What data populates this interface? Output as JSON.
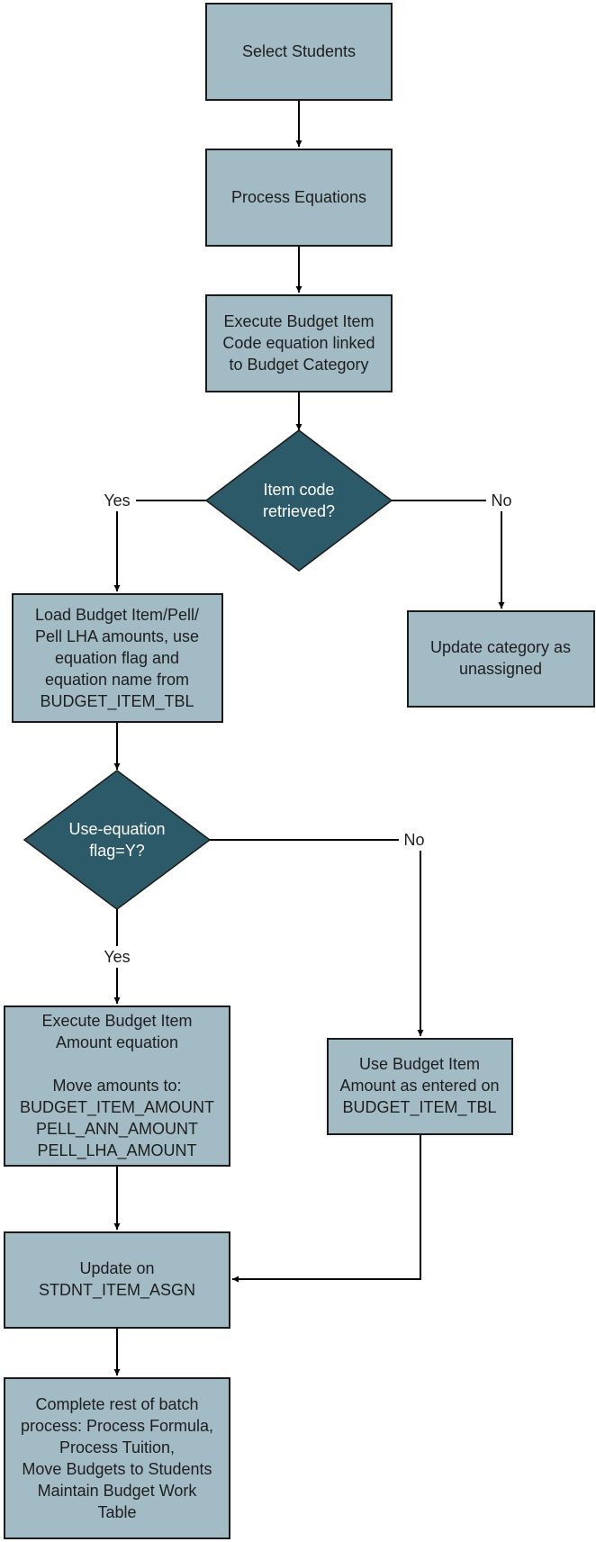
{
  "nodes": {
    "select_students": [
      "Select Students"
    ],
    "process_equations": [
      "Process Equations"
    ],
    "execute_code_equation": [
      "Execute Budget Item",
      "Code equation linked",
      "to Budget Category"
    ],
    "item_code_retrieved": [
      "Item code",
      "retrieved?"
    ],
    "update_category_unassigned": [
      "Update category as",
      "unassigned"
    ],
    "load_amounts": [
      "Load Budget Item/Pell/",
      "Pell LHA amounts, use",
      "equation flag and",
      "equation name from",
      "BUDGET_ITEM_TBL"
    ],
    "use_equation_flag": [
      "Use-equation",
      "flag=Y?"
    ],
    "execute_amount_equation": [
      "Execute Budget Item",
      "Amount equation",
      "",
      "Move amounts to:",
      "BUDGET_ITEM_AMOUNT",
      "PELL_ANN_AMOUNT",
      "PELL_LHA_AMOUNT"
    ],
    "use_amount_as_entered": [
      "Use Budget Item",
      "Amount as entered on",
      "BUDGET_ITEM_TBL"
    ],
    "update_assign": [
      "Update on",
      "STDNT_ITEM_ASGN"
    ],
    "complete_batch": [
      "Complete rest of batch",
      "process: Process Formula,",
      "Process Tuition,",
      "Move Budgets to Students",
      "Maintain Budget Work",
      "Table"
    ]
  },
  "labels": {
    "yes_item_code": "Yes",
    "no_item_code": "No",
    "yes_flag": "Yes",
    "no_flag": "No"
  },
  "colors": {
    "process_fill": "#a3bbc4",
    "decision_fill": "#2c5a68",
    "process_text": "#1e1e1e",
    "decision_text": "#ffffff"
  }
}
